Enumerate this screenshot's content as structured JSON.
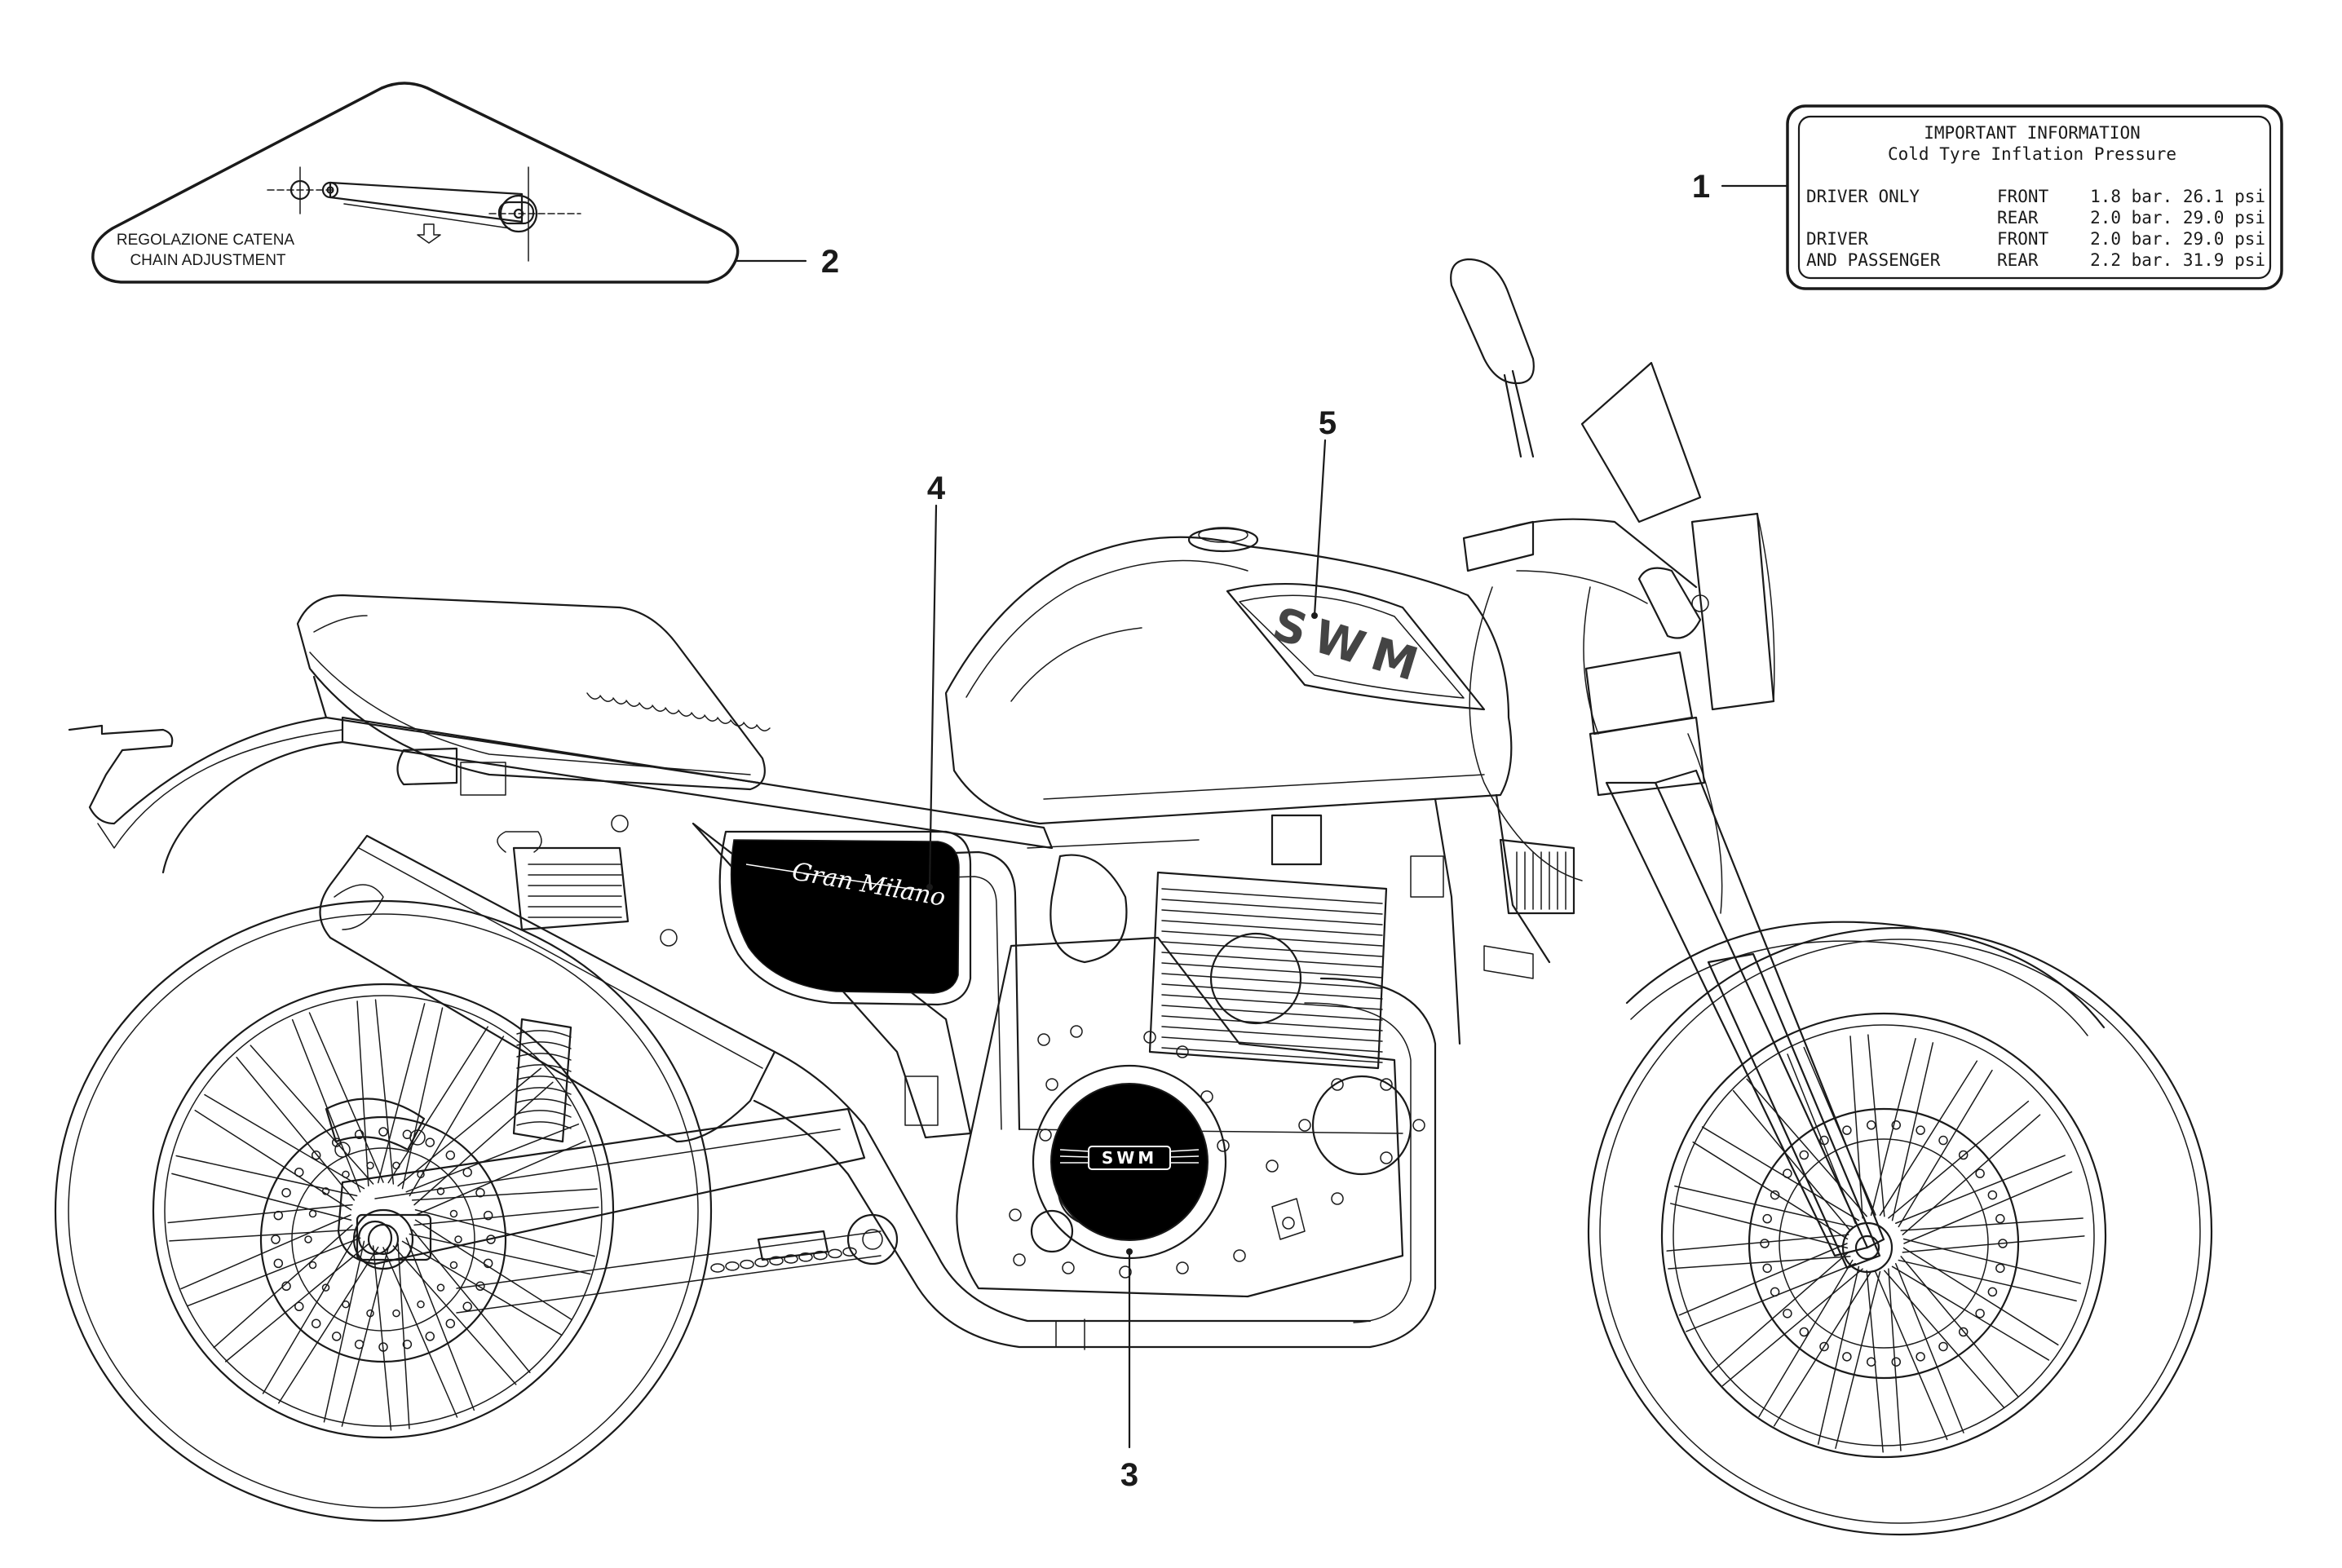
{
  "callouts": [
    "1",
    "2",
    "3",
    "4",
    "5"
  ],
  "tyre_label": {
    "title": "IMPORTANT INFORMATION",
    "subtitle": "Cold Tyre Inflation Pressure",
    "rows": [
      {
        "rider": "DRIVER ONLY",
        "wheel": "FRONT",
        "pressure": "1.8 bar. 26.1 psi"
      },
      {
        "rider": "",
        "wheel": "REAR",
        "pressure": "2.0 bar. 29.0 psi"
      },
      {
        "rider": "DRIVER",
        "wheel": "FRONT",
        "pressure": "2.0 bar. 29.0 psi"
      },
      {
        "rider": "AND PASSENGER",
        "wheel": "REAR",
        "pressure": "2.2 bar. 31.9 psi"
      }
    ]
  },
  "chain_label": {
    "line1": "REGOLAZIONE CATENA",
    "line2": "CHAIN ADJUSTMENT"
  },
  "decals": {
    "engine_badge": "SWM",
    "tank_logo": "SWM",
    "side_panel": "Gran Milano"
  },
  "colors": {
    "line": "#1a1a1a",
    "decal_fill": "#000000",
    "background": "#ffffff"
  }
}
